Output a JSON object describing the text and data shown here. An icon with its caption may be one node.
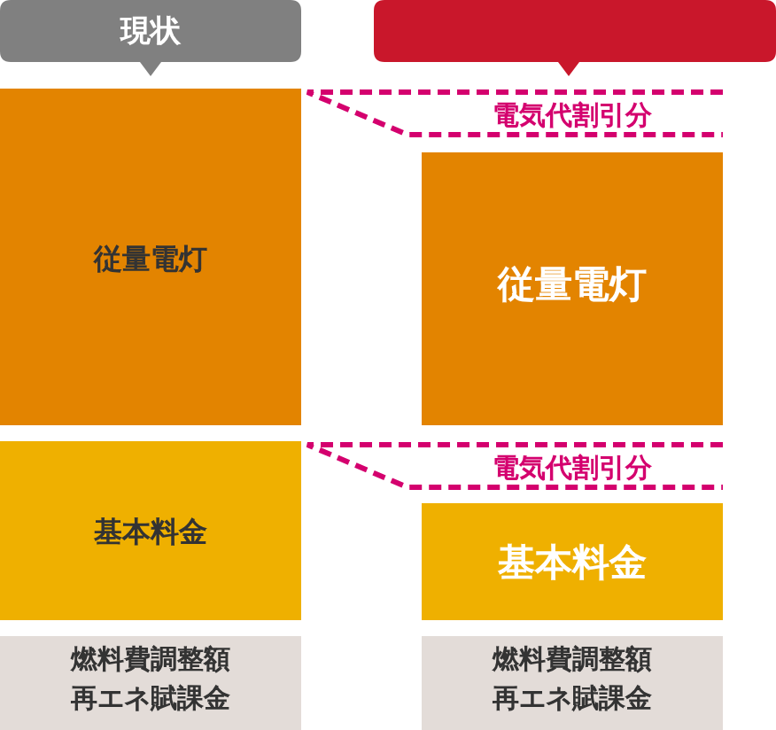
{
  "diagram": {
    "nodes": [
      {
        "text": [
          "現状"
        ]
      },
      {
        "text": [],
        "shape": "box"
      },
      {
        "text": [
          "従量電灯"
        ]
      },
      {
        "text": [
          "電気代割引分"
        ]
      },
      {
        "text": [
          "従量電灯"
        ]
      },
      {
        "text": [
          "基本料金"
        ]
      },
      {
        "text": [
          "電気代割引分"
        ]
      },
      {
        "text": [
          "基本料金"
        ]
      },
      {
        "text": [
          "燃料費調整額再エネ賦課金"
        ]
      },
      {
        "text": [
          "燃料費調整額再エネ賦課金"
        ]
      }
    ]
  }
}
